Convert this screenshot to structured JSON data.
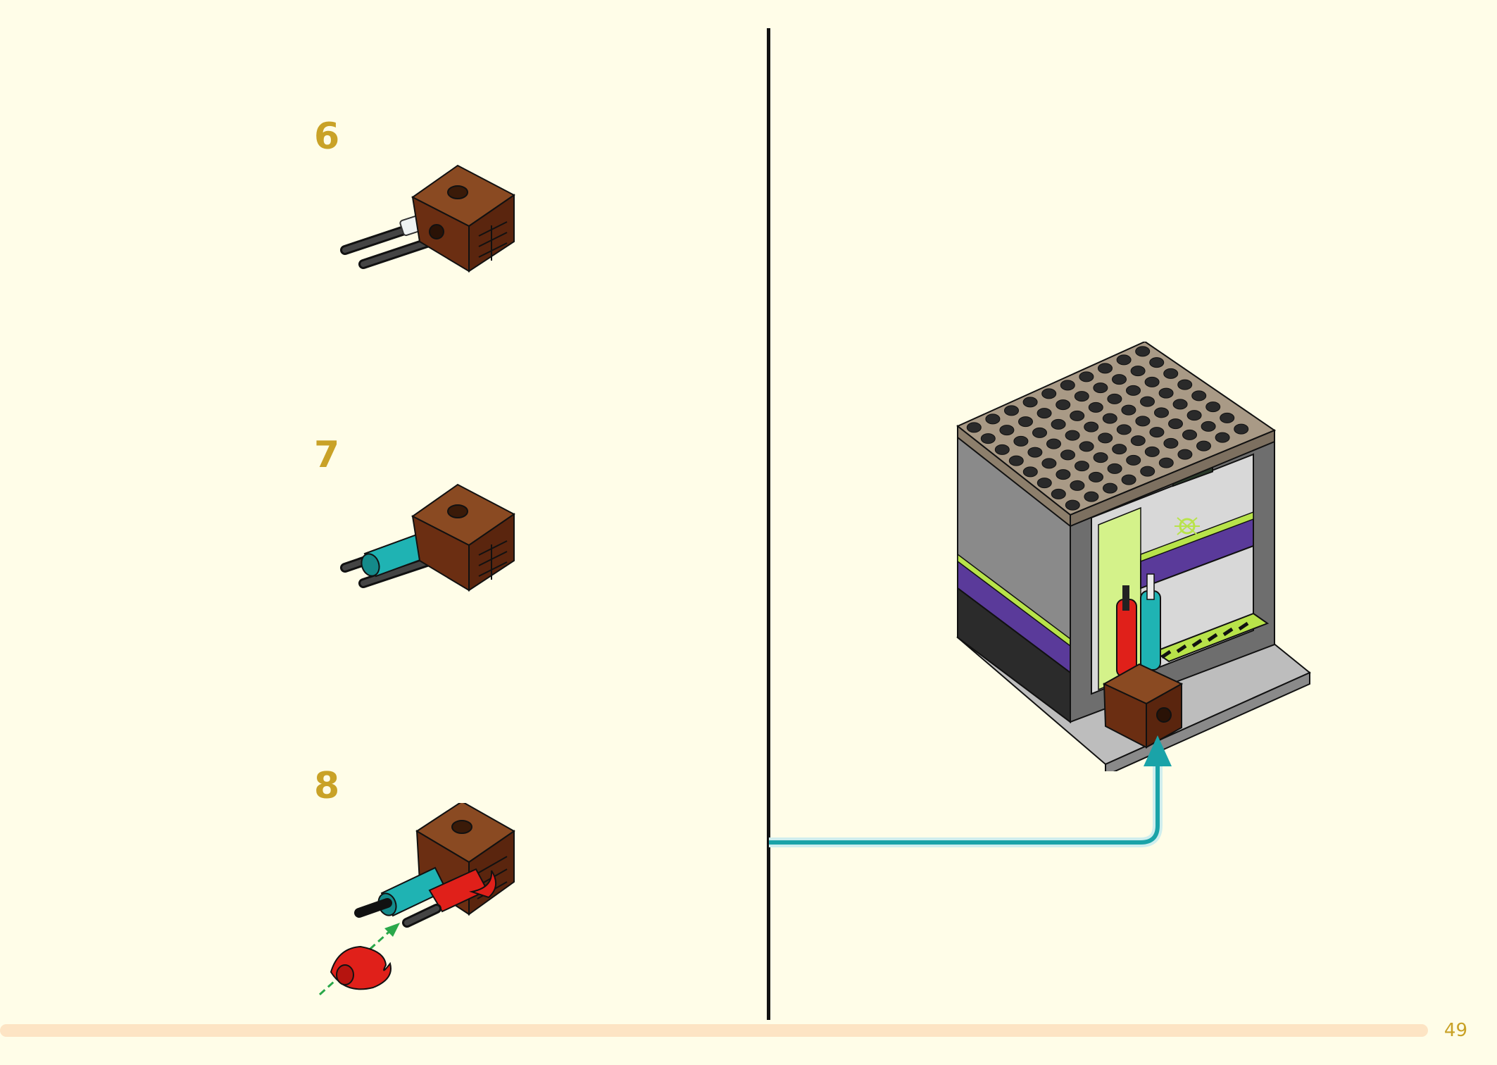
{
  "steps": [
    {
      "number": "6"
    },
    {
      "number": "7"
    },
    {
      "number": "8"
    }
  ],
  "page_number": "49",
  "colors": {
    "background": "#fffde8",
    "step_number": "#c9a227",
    "progress_track": "#fde4c4",
    "arrow_teal": "#1aa3a8",
    "brick_brown": "#6b2e12",
    "tan_plate": "#a99a86",
    "dark_gray": "#7a7a7a",
    "purple": "#5a3a9a",
    "lime": "#b8e34a",
    "red": "#e0201a",
    "teal": "#1fb3b3"
  }
}
